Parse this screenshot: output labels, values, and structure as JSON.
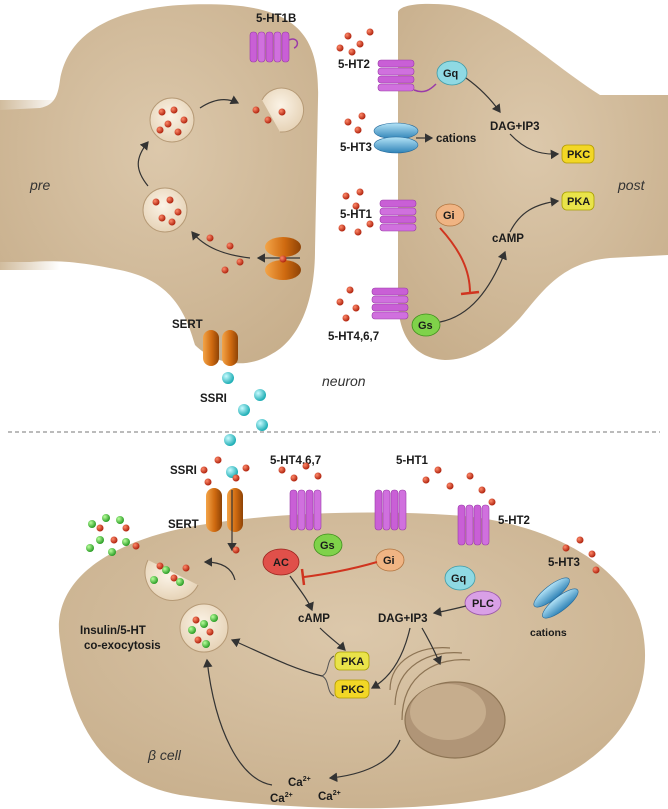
{
  "colors": {
    "cell_fill": "#cfb99a",
    "serotonin": "#c0301f",
    "ssri": "#2ec4c8",
    "insulin": "#3bbf35",
    "receptor": "#c95fd6",
    "transporter": "#d97a16",
    "inhibition": "#d0341f",
    "Gq": "#8fd9e3",
    "Gi": "#f0b483",
    "Gs": "#7fd24a",
    "AC": "#e0504a",
    "PLC": "#d9a0e6",
    "PKC": "#f2d726",
    "PKA": "#e9e34a"
  },
  "neuron": {
    "pre_label": "pre",
    "post_label": "post",
    "caption": "neuron",
    "receptors": {
      "ht1b": "5-HT1B",
      "ht2": "5-HT2",
      "ht3": "5-HT3",
      "ht1": "5-HT1",
      "ht467": "5-HT4,6,7"
    },
    "gproteins": {
      "gq": "Gq",
      "gi": "Gi",
      "gs": "Gs"
    },
    "cations": "cations",
    "dag_ip3": "DAG+IP3",
    "camp": "cAMP",
    "pkc": "PKC",
    "pka": "PKA",
    "sert": "SERT",
    "ssri": "SSRI"
  },
  "beta_cell": {
    "caption": "β cell",
    "ssri": "SSRI",
    "sert": "SERT",
    "receptors": {
      "ht467": "5-HT4,6,7",
      "ht1": "5-HT1",
      "ht2": "5-HT2",
      "ht3": "5-HT3"
    },
    "gproteins": {
      "gs": "Gs",
      "gi": "Gi",
      "gq": "Gq"
    },
    "ac": "AC",
    "plc": "PLC",
    "camp": "cAMP",
    "dag_ip3": "DAG+IP3",
    "pka": "PKA",
    "pkc": "PKC",
    "cations": "cations",
    "exocytosis_line1": "Insulin/5-HT",
    "exocytosis_line2": "co-exocytosis",
    "ca_1": "Ca",
    "ca_2": "Ca",
    "ca_3": "Ca",
    "ca_sup": "2+"
  }
}
